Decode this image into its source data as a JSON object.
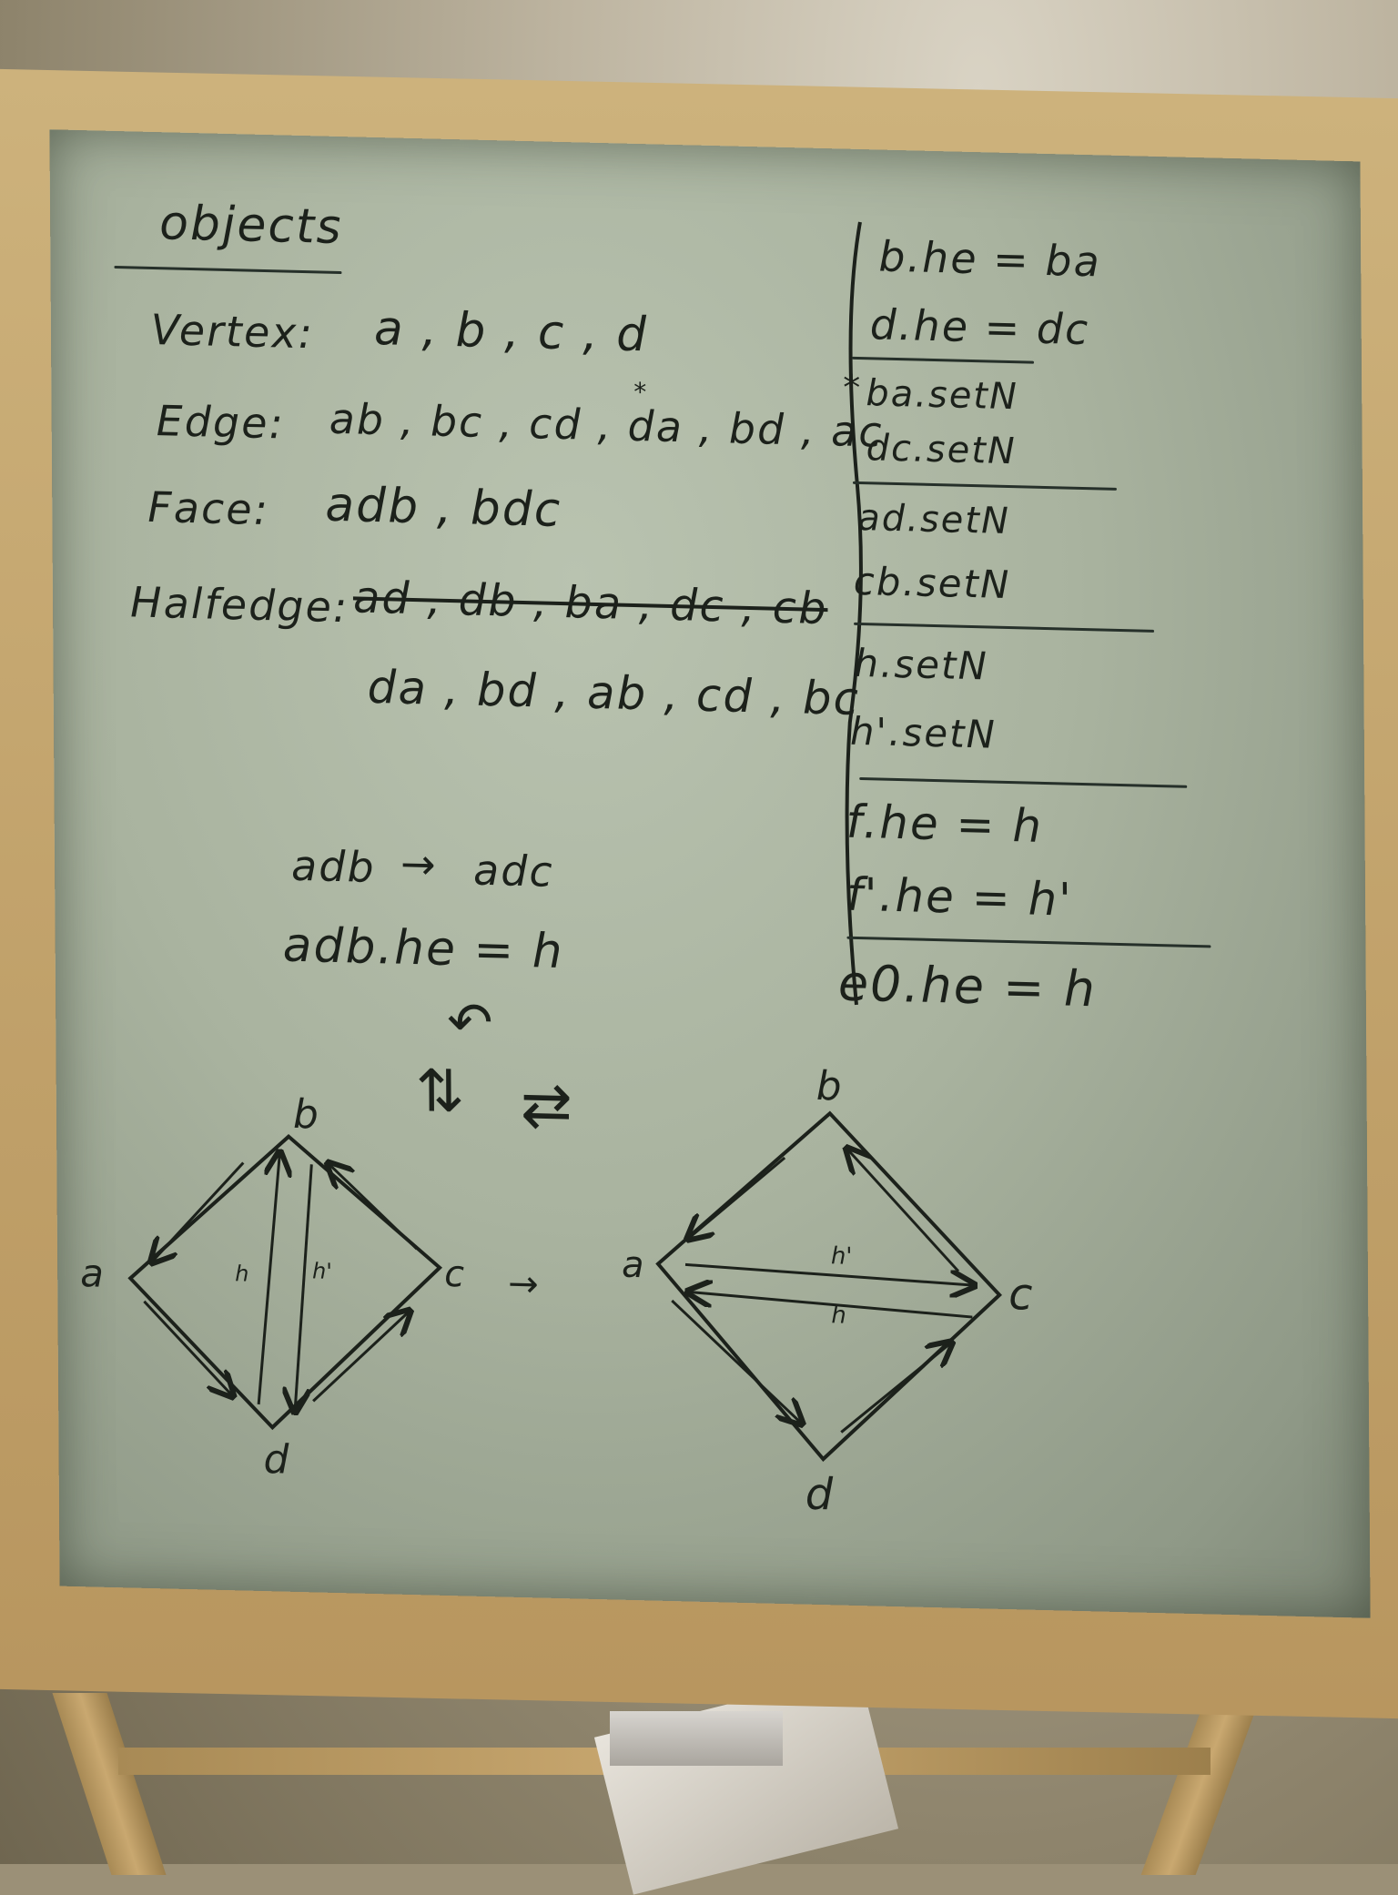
{
  "board": {
    "title": "objects",
    "objects": [
      {
        "label": "Vertex:",
        "values": "a , b , c , d"
      },
      {
        "label": "Edge:",
        "values": "ab , bc , cd , da , bd , ac"
      },
      {
        "label": "Face:",
        "values": "adb , bdc"
      },
      {
        "label": "Halfedge:",
        "values": "ad , db , ba , dc , cb",
        "values2": "da , bd , ab , cd , bc"
      }
    ],
    "edge_marks": "*",
    "mapping": {
      "from": "adb",
      "arrow": "→",
      "to": "adc"
    },
    "assign_h": "adb.he = h",
    "right_column": [
      [
        "b.he = ba",
        "d.he = dc"
      ],
      [
        "ba.setN",
        "dc.setN"
      ],
      [
        "ad.setN",
        "cb.setN"
      ],
      [
        "h.setN",
        "h'.setN"
      ],
      [
        "f.he = h",
        "f'.he = h'"
      ],
      [
        "e0.he = h"
      ]
    ],
    "arrow_glyphs": {
      "rotate": "↶",
      "updown": "⇅",
      "swap": "⇄",
      "to_a": "→"
    },
    "left_diagram": {
      "vertices": [
        "a",
        "b",
        "c",
        "d"
      ],
      "halfedges": [
        "h",
        "h'"
      ]
    },
    "right_diagram": {
      "vertices": [
        "a",
        "b",
        "c",
        "d"
      ],
      "halfedges": [
        "h'",
        "h"
      ]
    }
  },
  "colors": {
    "ink": "#1c211b",
    "board": "#a9b39f",
    "frame": "#c2a36c"
  }
}
